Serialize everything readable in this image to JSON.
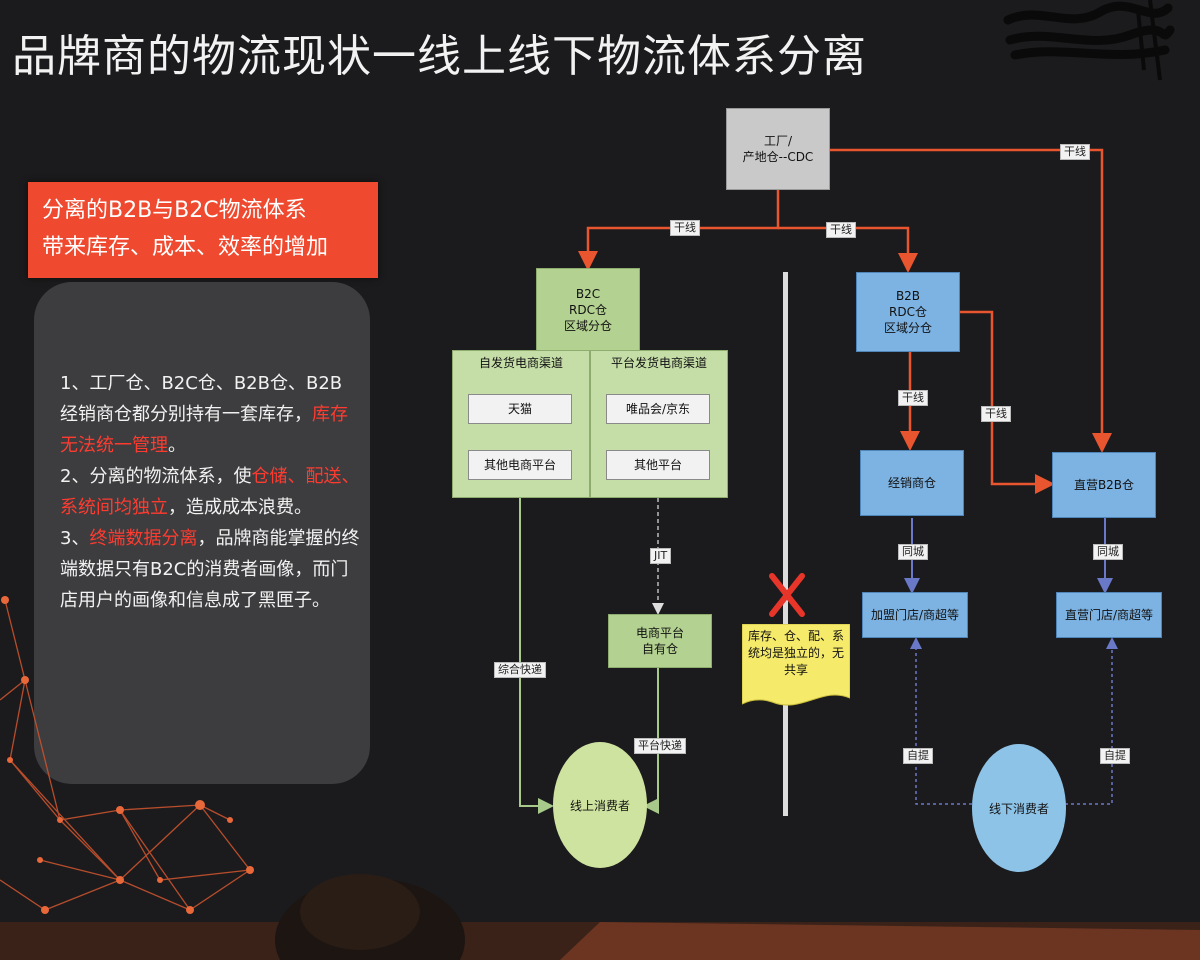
{
  "title": "品牌商的物流现状一线上线下物流体系分离",
  "callout": {
    "line1": "分离的B2B与B2C物流体系",
    "line2": "带来库存、成本、效率的增加"
  },
  "points": [
    {
      "plain_a": "1、工厂仓、B2C仓、B2B仓、B2B经销商仓都分别持有一套库存，",
      "red_a": "库存无法统一管理",
      "plain_b": "。",
      "red_b": "",
      "plain_c": ""
    },
    {
      "plain_a": "2、分离的物流体系，使",
      "red_a": "仓储、配送、系统间均独立",
      "plain_b": "，造成成本浪费。",
      "red_b": "",
      "plain_c": ""
    },
    {
      "plain_a": "3、",
      "red_a": "终端数据分离",
      "plain_b": "，品牌商能掌握的终端数据只有B2C的消费者画像，而门店用户的画像和信息成了黑匣子。",
      "red_b": "",
      "plain_c": ""
    }
  ],
  "diagram": {
    "cdc": {
      "line1": "工厂/",
      "line2": "产地仓--CDC"
    },
    "b2c_rdc": {
      "line1": "B2C",
      "line2": "RDC仓",
      "line3": "区域分仓"
    },
    "b2b_rdc": {
      "line1": "B2B",
      "line2": "RDC仓",
      "line3": "区域分仓"
    },
    "self_channel": {
      "header": "自发货电商渠道",
      "items": [
        "天猫",
        "其他电商平台"
      ]
    },
    "platform_channel": {
      "header": "平台发货电商渠道",
      "items": [
        "唯品会/京东",
        "其他平台"
      ]
    },
    "platform_warehouse": {
      "line1": "电商平台",
      "line2": "自有仓"
    },
    "dealer_warehouse": "经销商仓",
    "direct_b2b": "直营B2B仓",
    "franchise_store": "加盟门店/商超等",
    "direct_store": "直营门店/商超等",
    "online_consumer": "线上消费者",
    "offline_consumer": "线下消费者",
    "note": "库存、仓、配、系统均是独立的，无共享",
    "labels": {
      "trunk": "干线",
      "city": "同城",
      "jit": "JIT",
      "express": "综合快递",
      "platform_express": "平台快递",
      "pickup": "自提"
    }
  },
  "colors": {
    "accent_red": "#ef4a2f",
    "arrow_orange": "#e8552e",
    "b2c_green": "#c5dea8",
    "b2b_blue": "#7db3e3"
  }
}
